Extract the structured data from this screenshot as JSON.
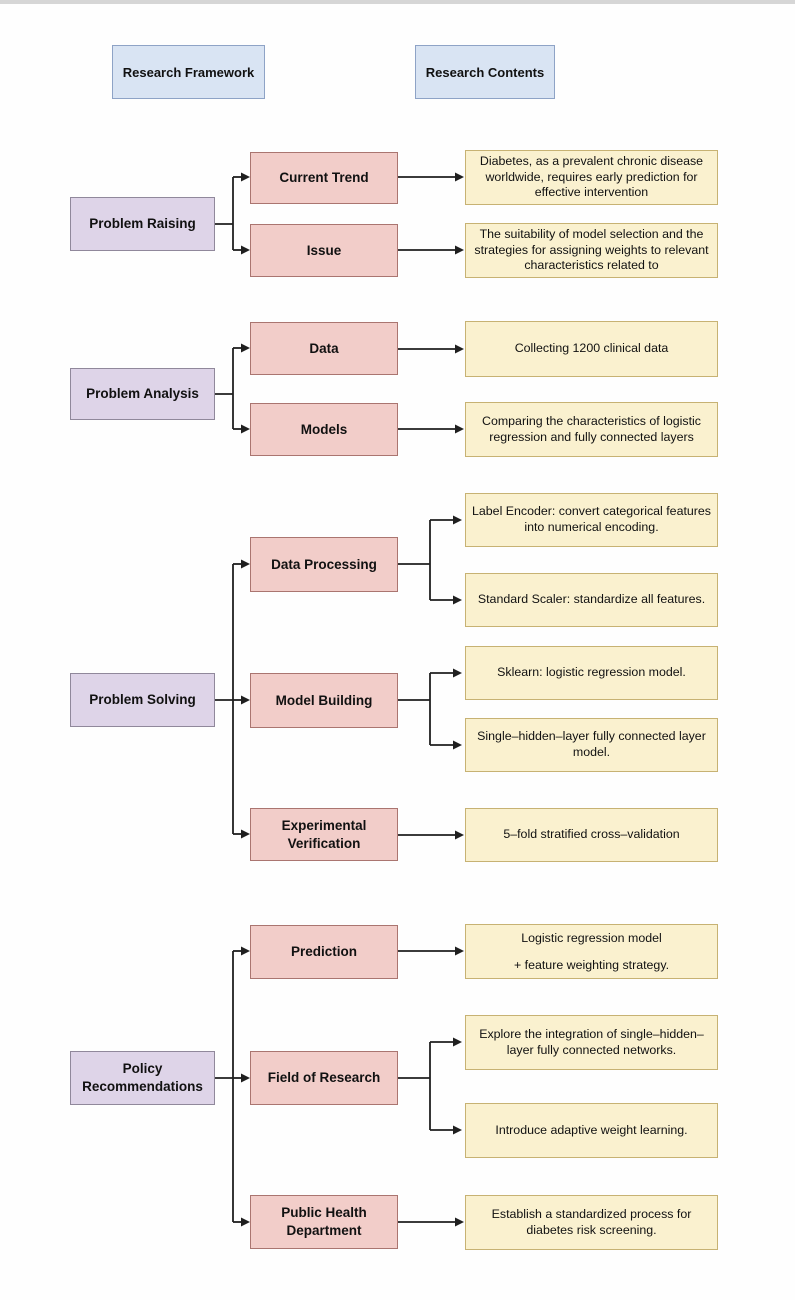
{
  "headers": {
    "framework": "Research Framework",
    "contents": "Research Contents"
  },
  "sections": [
    {
      "stage": "Problem Raising",
      "branches": [
        {
          "label": "Current Trend",
          "details": [
            "Diabetes, as a prevalent chronic disease worldwide, requires early prediction for effective intervention"
          ]
        },
        {
          "label": "Issue",
          "details": [
            "The suitability of model selection and the strategies for assigning weights to relevant characteristics related to"
          ]
        }
      ]
    },
    {
      "stage": "Problem Analysis",
      "branches": [
        {
          "label": "Data",
          "details": [
            "Collecting 1200 clinical data"
          ]
        },
        {
          "label": "Models",
          "details": [
            "Comparing the characteristics of logistic regression and fully connected layers"
          ]
        }
      ]
    },
    {
      "stage": "Problem Solving",
      "branches": [
        {
          "label": "Data Processing",
          "details": [
            "Label Encoder: convert categorical features into numerical encoding.",
            "Standard Scaler: standardize all features."
          ]
        },
        {
          "label": "Model Building",
          "details": [
            "Sklearn: logistic regression model.",
            "Single–hidden–layer fully connected layer model."
          ]
        },
        {
          "label": "Experimental Verification",
          "details": [
            "5–fold stratified cross–validation"
          ]
        }
      ]
    },
    {
      "stage": "Policy Recommendations",
      "branches": [
        {
          "label": "Prediction",
          "details": [
            "Logistic regression model\n+ feature weighting strategy."
          ]
        },
        {
          "label": "Field of Research",
          "details": [
            "Explore the integration of single–hidden–layer fully connected networks.",
            "Introduce adaptive weight learning."
          ]
        },
        {
          "label": "Public Health Department",
          "details": [
            "Establish a standardized process for diabetes risk screening."
          ]
        }
      ]
    }
  ],
  "colors": {
    "header_fill": "#d9e4f3",
    "header_border": "#8ea3c6",
    "stage_fill": "#ded4e8",
    "stage_border": "#90889b",
    "branch_fill": "#f2cdc9",
    "branch_border": "#aa7570",
    "detail_fill": "#faf1cf",
    "detail_border": "#c7b273",
    "line": "#1f1f1f"
  }
}
